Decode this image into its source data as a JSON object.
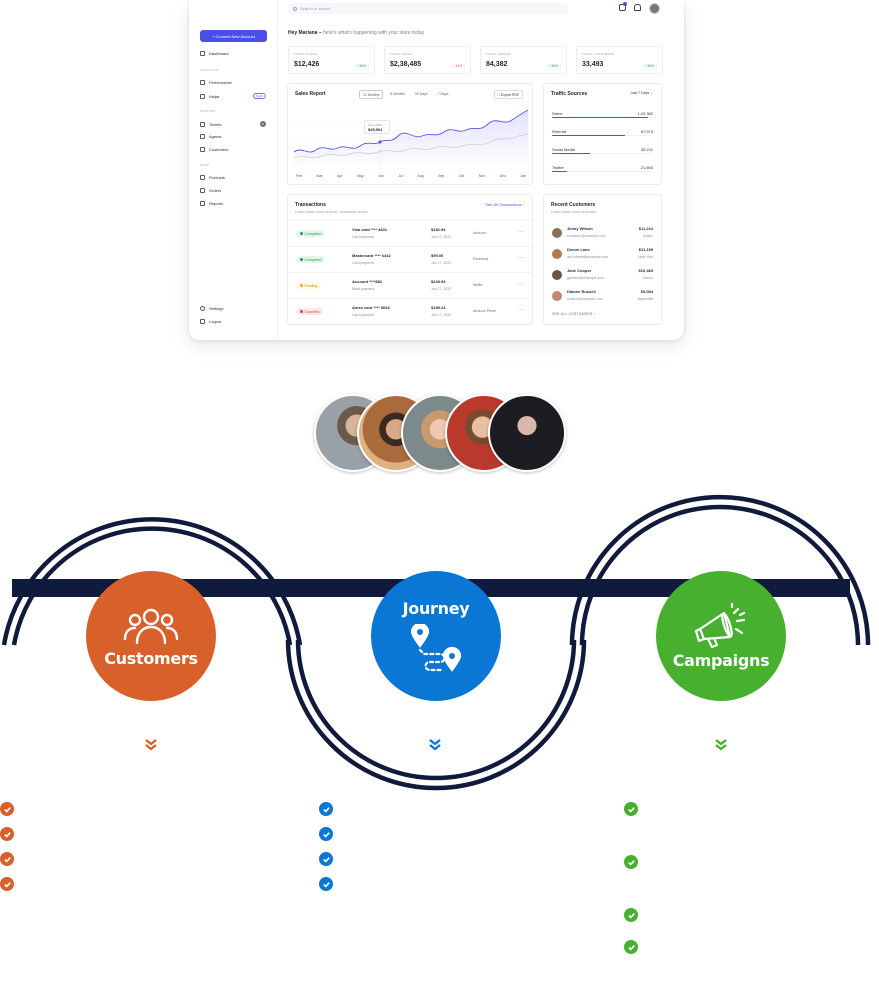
{
  "colors": {
    "accent": "#4b4ee8",
    "navy": "#0f1a3d",
    "customers": "#d8612b",
    "journey": "#0a77d4",
    "campaigns": "#48b02f",
    "positive": "#1fa45a",
    "negative": "#e04848"
  },
  "dashboard": {
    "search_placeholder": "Search or search",
    "notification_count": "2",
    "greeting_name": "Hey Mariana –",
    "greeting_text": "here's what's happening with your store today",
    "sidebar": {
      "connect_button": "+ Connect New Account",
      "dashboard": "Dashboard",
      "section_analytics": "ANALYTICS",
      "performance": "Performance",
      "hotjar": "Hotjar",
      "hotjar_badge": "NEW",
      "section_support": "SUPPORT",
      "tickets": "Tickets",
      "tickets_count": "8",
      "agents": "Agents",
      "customers": "Customers",
      "section_shop": "SHOP",
      "products": "Products",
      "orders": "Orders",
      "reports": "Reports",
      "settings": "Settings",
      "logout": "Logout"
    },
    "stats": [
      {
        "label": "TODAY'S SALE",
        "value": "$12,426",
        "change": "+ 36% ↑",
        "up": true
      },
      {
        "label": "TOTAL SALES",
        "value": "$2,38,485",
        "change": "↓ 14% ↓",
        "up": false
      },
      {
        "label": "TOTAL ORDERS",
        "value": "84,382",
        "change": "+ 36% ↑",
        "up": true
      },
      {
        "label": "TOTAL CUSTOMERS",
        "value": "33,493",
        "change": "+ 36% ↑",
        "up": true
      }
    ],
    "sales_report": {
      "title": "Sales Report",
      "tabs": [
        "12 Months",
        "6 Months",
        "30 Days",
        "7 Days"
      ],
      "active_tab": "12 Months",
      "export_label": "Export PDF",
      "tooltip_month": "June 2021",
      "tooltip_value": "$45,591",
      "months": [
        "Feb",
        "Mar",
        "Apr",
        "May",
        "Jun",
        "Jul",
        "Aug",
        "Sep",
        "Oct",
        "Nov",
        "Dec",
        "Jan"
      ]
    },
    "traffic": {
      "title": "Traffic Sources",
      "filter": "Last 7 Days",
      "rows": [
        {
          "label": "Direct",
          "value": "1,43,382",
          "pct": 0.95
        },
        {
          "label": "Referral",
          "value": "87,974",
          "pct": 0.72
        },
        {
          "label": "Social Media",
          "value": "45,211",
          "pct": 0.38
        },
        {
          "label": "Twitter",
          "value": "21,893",
          "pct": 0.15
        }
      ]
    },
    "transactions": {
      "title": "Transactions",
      "subtitle": "Lorem ipsum dolor sit amet, consectetur adipis.",
      "link": "See All Transactions ›",
      "rows": [
        {
          "status": "Completed",
          "kind": "ok",
          "name": "Visa card **** 4831",
          "sub": "Card payment",
          "amount": "$182.94",
          "date": "Jan 17, 2022",
          "source": "Amazon"
        },
        {
          "status": "Completed",
          "kind": "ok",
          "name": "Mastercard **** 6442",
          "sub": "Card payment",
          "amount": "$99.00",
          "date": "Jan 17, 2022",
          "source": "Facebook"
        },
        {
          "status": "Pending",
          "kind": "pending",
          "name": "Account ****882",
          "sub": "Bank payment",
          "amount": "$249.94",
          "date": "Jan 17, 2022",
          "source": "Netflix"
        },
        {
          "status": "Canceled",
          "kind": "cancel",
          "name": "Amex card **** 5666",
          "sub": "Card payment",
          "amount": "$199.24",
          "date": "Jan 17, 2022",
          "source": "Amazon Prime"
        }
      ]
    },
    "recent_customers": {
      "title": "Recent Customers",
      "subtitle": "Lorem ipsum dolor sit ametis.",
      "see_all": "SEE ALL CUSTOMERS ›",
      "rows": [
        {
          "name": "Jenny Wilson",
          "email": "w.lawson@example.com",
          "amount": "$11,234",
          "city": "Austin"
        },
        {
          "name": "Devon Lane",
          "email": "dat.roberts@example.com",
          "amount": "$11,159",
          "city": "New York"
        },
        {
          "name": "Jane Cooper",
          "email": "jgraham@example.com",
          "amount": "$10,483",
          "city": "Toledo"
        },
        {
          "name": "Dianne Russell",
          "email": "curtis.d@example.com",
          "amount": "$9,084",
          "city": "Naperville"
        }
      ]
    }
  },
  "diagram": {
    "customers_label": "Customers",
    "journey_label": "Journey",
    "campaigns_label": "Campaigns",
    "customers_icon": "users-group-icon",
    "journey_icon": "map-route-icon",
    "campaigns_icon": "megaphone-icon"
  }
}
